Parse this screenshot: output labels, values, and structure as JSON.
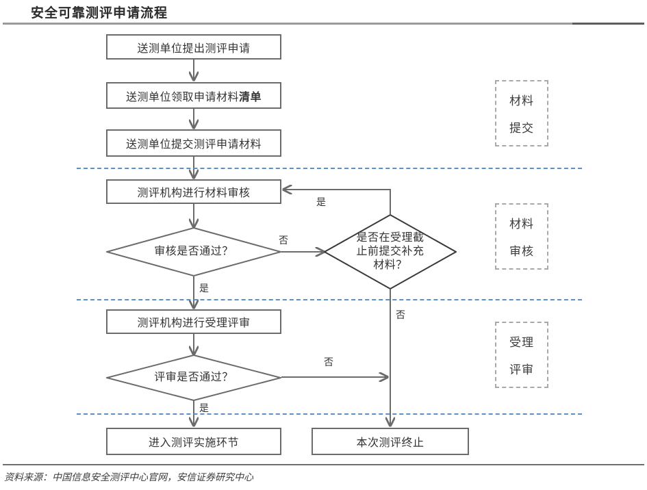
{
  "header": {
    "title": "安全可靠测评申请流程"
  },
  "footer": {
    "source": "资料来源：中国信息安全测评中心官网，安信证券研究中心"
  },
  "colors": {
    "node_border": "#6b6b6b",
    "divider": "#5b8fc9",
    "band_border": "#a8a8a8",
    "text": "#333333"
  },
  "flow": {
    "nodes": [
      {
        "id": "n1",
        "label": "送测单位提出测评申请",
        "type": "process"
      },
      {
        "id": "n2",
        "label_prefix": "送测单位领取申请材料",
        "label_strong": "清单",
        "type": "process"
      },
      {
        "id": "n3",
        "label": "送测单位提交测评申请材料",
        "type": "process"
      },
      {
        "id": "n4",
        "label": "测评机构进行材料审核",
        "type": "process"
      },
      {
        "id": "d1",
        "label": "审核是否通过？",
        "type": "decision"
      },
      {
        "id": "d2",
        "line1": "是否在受理截",
        "line2": "止前提交补充",
        "line3": "材料？",
        "type": "decision"
      },
      {
        "id": "n5",
        "label": "测评机构进行受理评审",
        "type": "process"
      },
      {
        "id": "d3",
        "label": "评审是否通过？",
        "type": "decision"
      },
      {
        "id": "n6",
        "label": "进入测评实施环节",
        "type": "terminal"
      },
      {
        "id": "n7",
        "label": "本次测评终止",
        "type": "terminal"
      }
    ],
    "edge_labels": {
      "d2_to_n4_yes": "是",
      "d1_to_d2_no": "否",
      "d1_down_yes": "是",
      "d2_down_no": "否",
      "d3_right_no": "否",
      "d3_down_yes": "是"
    }
  },
  "bands": [
    {
      "id": "band1",
      "line1": "材料",
      "line2": "提交"
    },
    {
      "id": "band2",
      "line1": "材料",
      "line2": "审核"
    },
    {
      "id": "band3",
      "line1": "受理",
      "line2": "评审"
    }
  ]
}
